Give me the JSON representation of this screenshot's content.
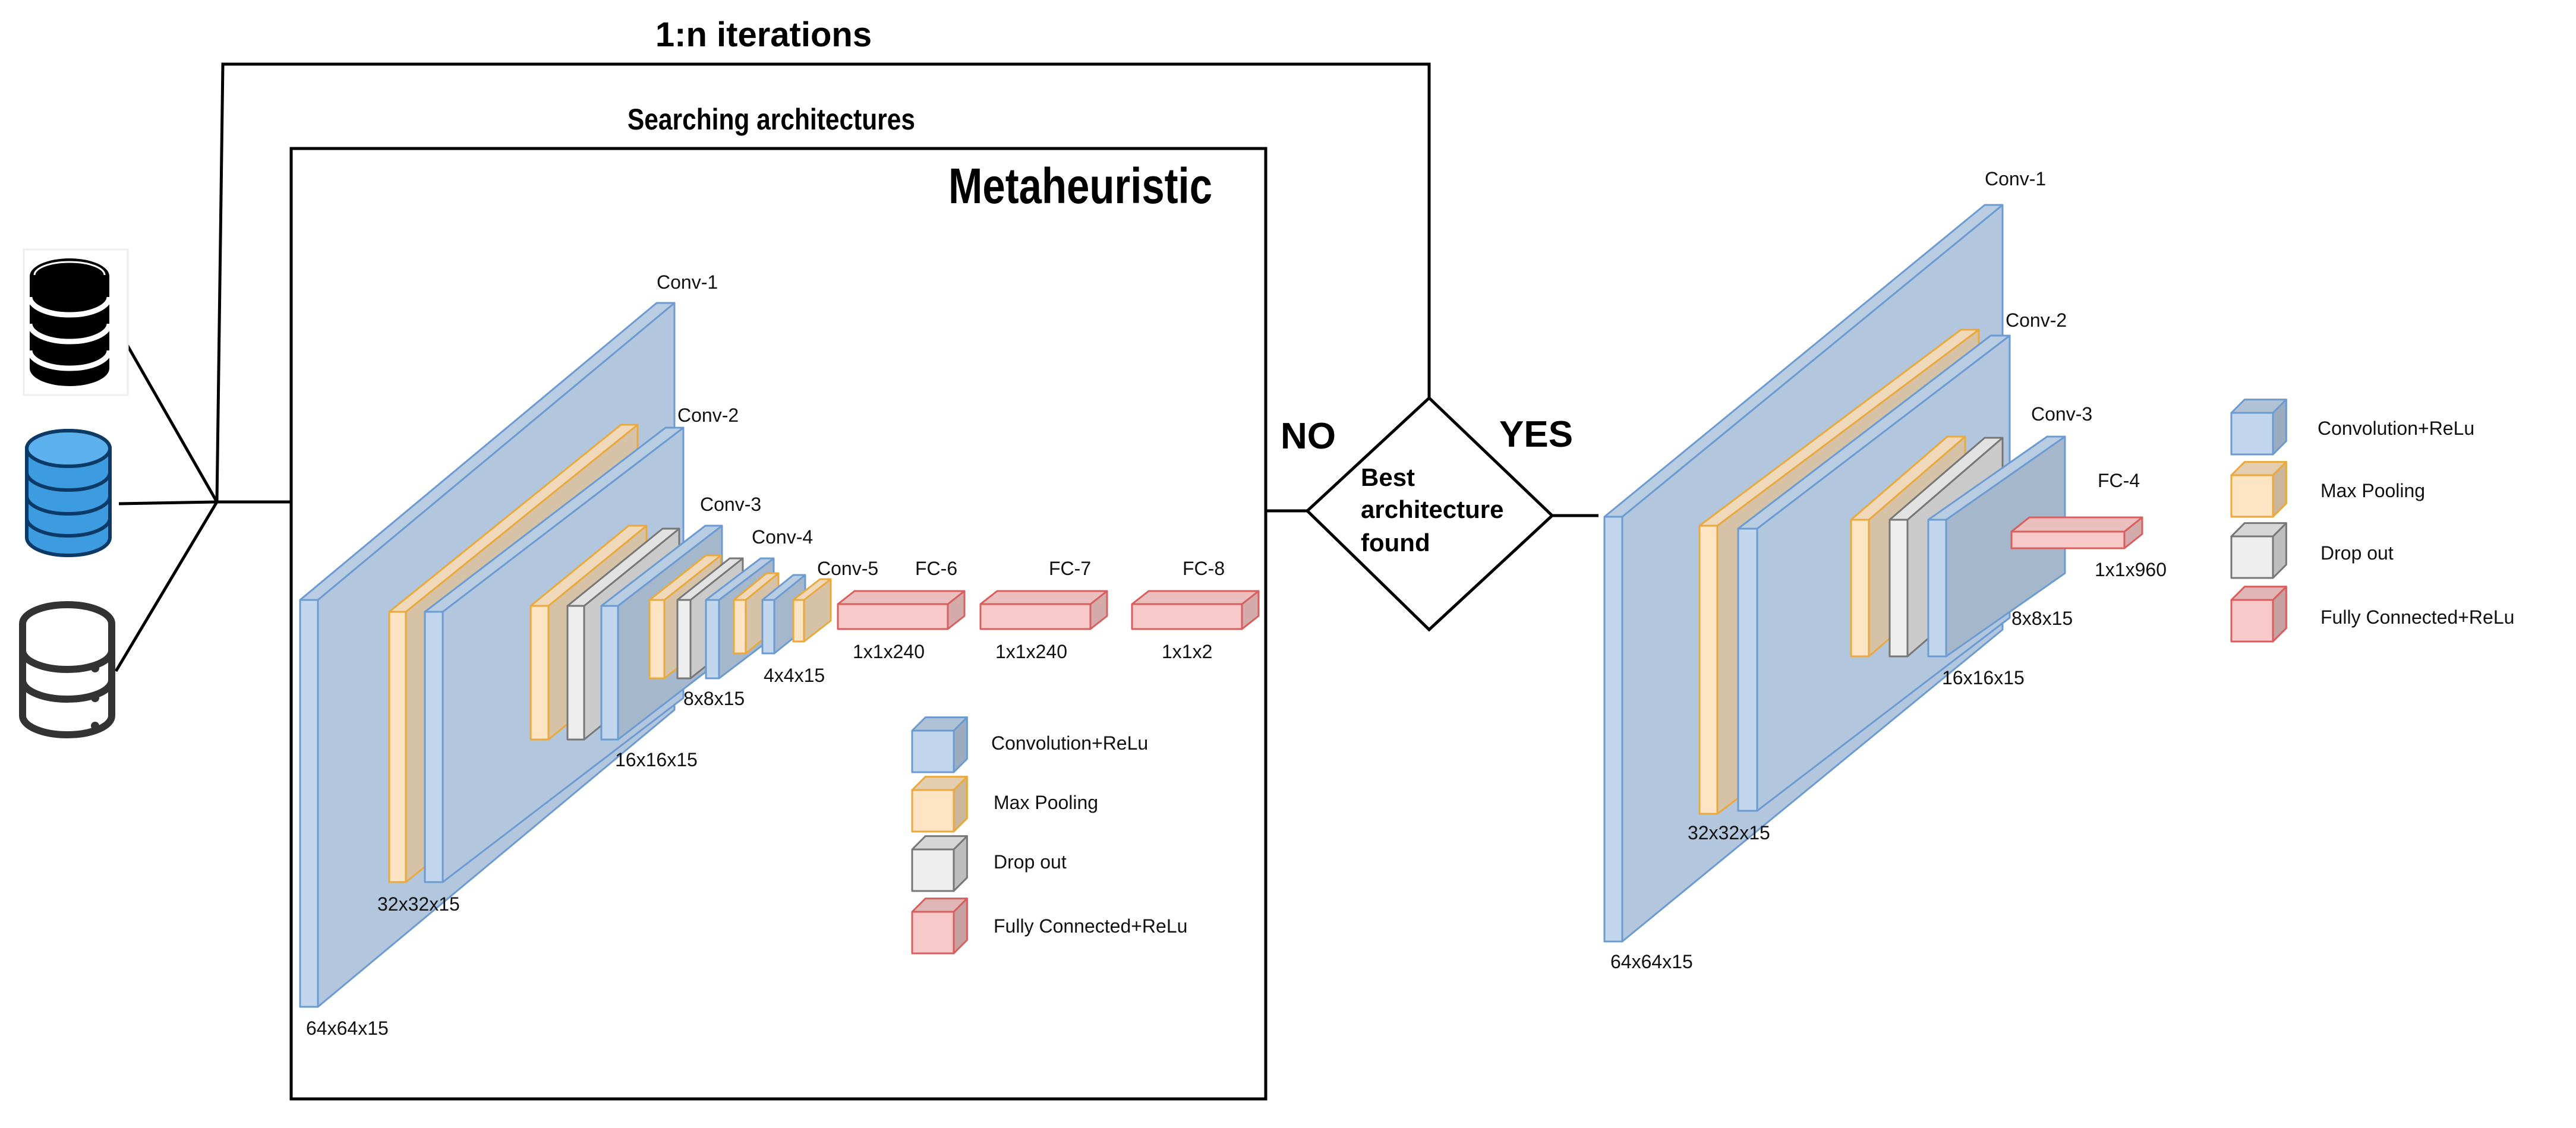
{
  "title": "1:n iterations",
  "search_box": {
    "caption": "Searching architectures",
    "heading": "Metaheuristic",
    "layer_labels": {
      "conv1": "Conv-1",
      "conv2": "Conv-2",
      "conv3": "Conv-3",
      "conv4": "Conv-4",
      "conv5": "Conv-5",
      "fc6": "FC-6",
      "fc7": "FC-7",
      "fc8": "FC-8"
    },
    "dim_labels": {
      "d64": "64x64x15",
      "d32": "32x32x15",
      "d16": "16x16x15",
      "d8": "8x8x15",
      "d4": "4x4x15",
      "fc6": "1x1x240",
      "fc7": "1x1x240",
      "fc8": "1x1x2"
    }
  },
  "decision": {
    "line1": "Best",
    "line2": "architecture",
    "line3": "found",
    "no_label": "NO",
    "yes_label": "YES"
  },
  "final_network": {
    "layer_labels": {
      "conv1": "Conv-1",
      "conv2": "Conv-2",
      "conv3": "Conv-3",
      "fc4": "FC-4"
    },
    "dim_labels": {
      "d64": "64x64x15",
      "d32": "32x32x15",
      "d16": "16x16x15",
      "d8": "8x8x15",
      "fc4": "1x1x960"
    }
  },
  "legend": [
    {
      "label": "Convolution+ReLu",
      "kind": "conv"
    },
    {
      "label": "Max Pooling",
      "kind": "pool"
    },
    {
      "label": "Drop out",
      "kind": "drop"
    },
    {
      "label": "Fully Connected+ReLu",
      "kind": "fc"
    }
  ],
  "colors": {
    "conv_fill": "#c2d7ee",
    "conv_stroke": "#6c9bd2",
    "pool_fill": "#fce4c4",
    "pool_stroke": "#e9a93c",
    "drop_fill": "#eeeeee",
    "drop_stroke": "#777777",
    "fc_fill": "#f8c9c9",
    "fc_stroke": "#d95f5f",
    "slab_side": "#b2c6de",
    "db_black": "#000000",
    "db_blue": "#3d9be0",
    "db_outline": "#333333"
  },
  "icons": [
    "database-black-icon",
    "database-blue-icon",
    "database-outline-icon"
  ]
}
